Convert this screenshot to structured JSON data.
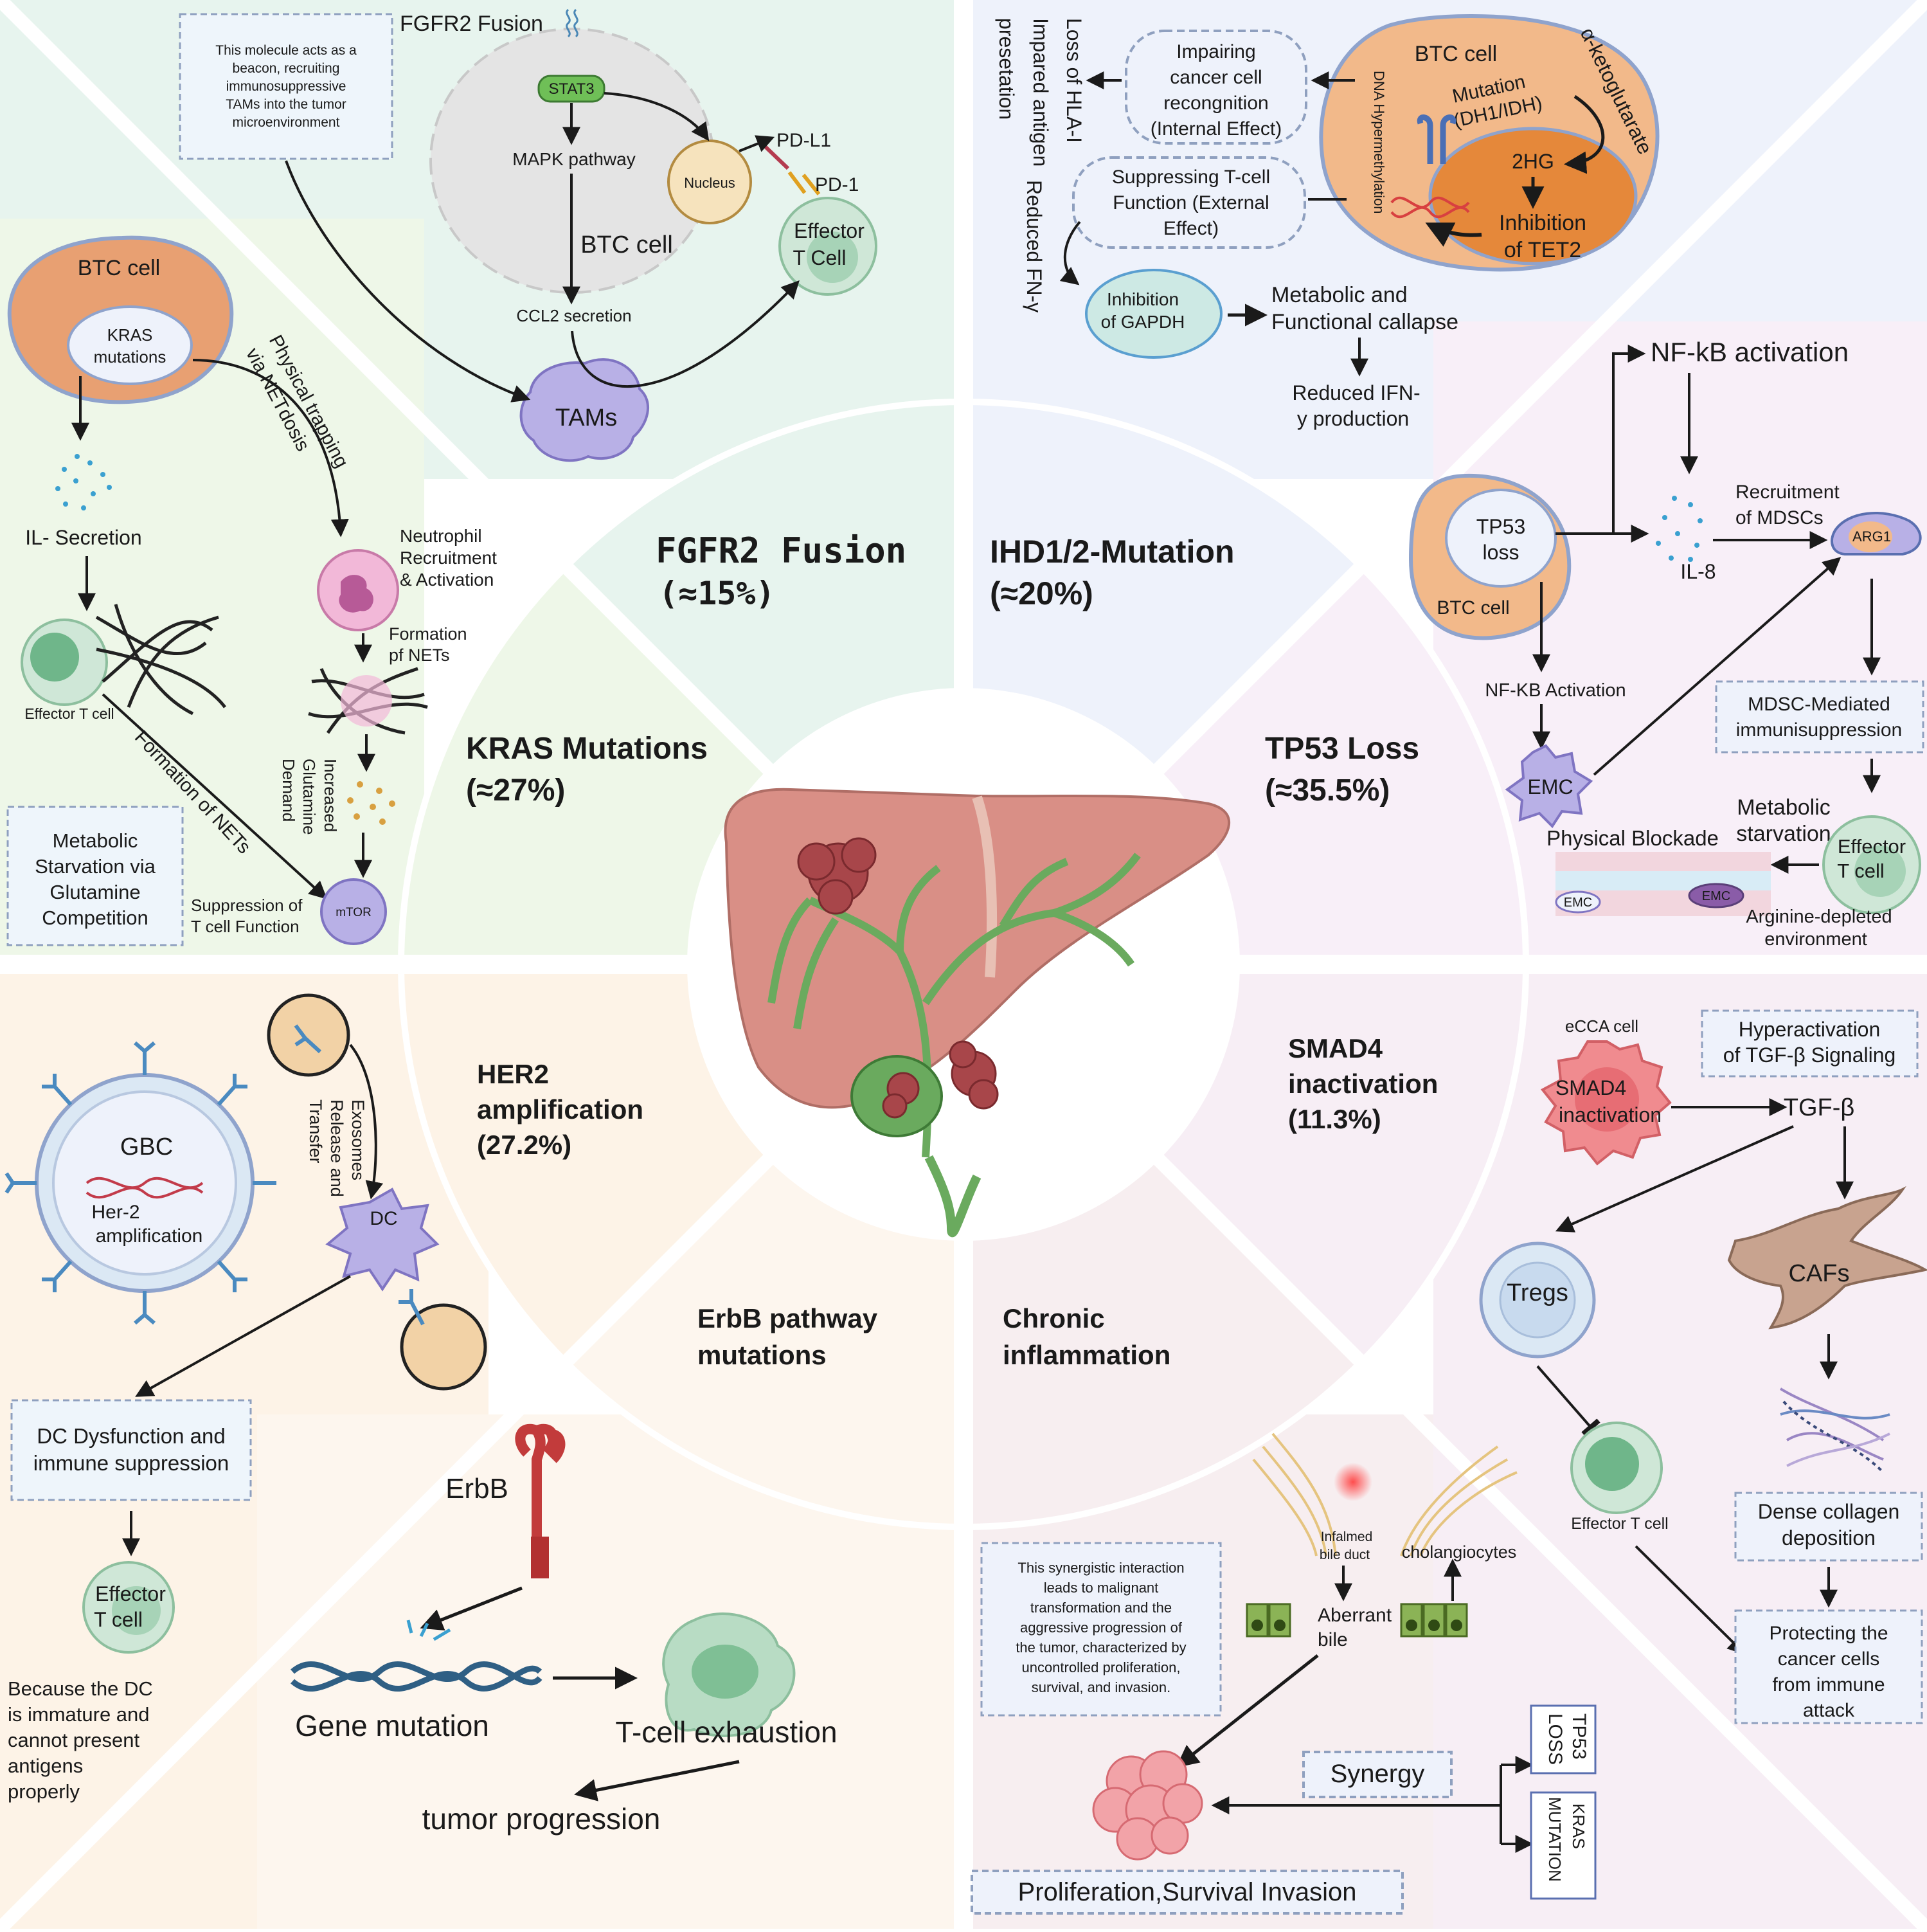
{
  "colors": {
    "q_fgfr2": "#e7f4ee",
    "q_ihd": "#eef2fb",
    "q_kras": "#eef7e8",
    "q_tp53": "#f8eff8",
    "q_her2": "#fdf3e7",
    "q_erbb": "#fdf6ee",
    "q_chronic": "#f7eef0",
    "q_smad4": "#f7eef5",
    "btc_cell": "#e8a072",
    "membrane": "#8fa3cc",
    "tam": "#b8b0e6",
    "effector": "#cfe7d7",
    "liver": "#d98f86",
    "biliary": "#6aaa5e",
    "tumor": "#a8464a",
    "box_border": "#8fa0bf"
  },
  "center": {
    "sectors": [
      {
        "title": "FGFR2 Fusion",
        "pct": "(≈15%)"
      },
      {
        "title": "IHD1/2-Mutation",
        "pct": "(≈20%)"
      },
      {
        "title": "KRAS Mutations",
        "pct": "(≈27%)"
      },
      {
        "title": "TP53 Loss",
        "pct": "(≈35.5%)"
      },
      {
        "title": "HER2",
        "title2": "amplification",
        "pct": "(27.2%)"
      },
      {
        "title": "SMAD4",
        "title2": "inactivation",
        "pct": "(11.3%)"
      },
      {
        "title": "ErbB pathway",
        "title2": "mutations"
      },
      {
        "title": "Chronic",
        "title2": "inflammation"
      }
    ]
  },
  "fgfr2": {
    "note": [
      "This molecule acts as a",
      "beacon, recruiting",
      "immunosuppressive",
      "TAMs into the tumor",
      "microenvironment"
    ],
    "receptor_label": "FGFR2 Fusion",
    "stat3": "STAT3",
    "mapk": "MAPK pathway",
    "nucleus": "Nucleus",
    "pdl1": "PD-L1",
    "pd1": "PD-1",
    "effector": [
      "Effector",
      "T Cell"
    ],
    "btc": "BTC cell",
    "ccl2": "CCL2 secretion",
    "tams": "TAMs"
  },
  "ihd": {
    "loss_hla": "Loss of HLA-I",
    "impaired": "Impared antigen",
    "presentation": "presetation",
    "reduced_fn": "Reduced FN-γ",
    "impairing": [
      "Impairing",
      "cancer cell",
      "recongnition",
      "(Internal Effect)"
    ],
    "suppressing": [
      "Suppressing T-cell",
      "Function (External",
      "Effect)"
    ],
    "btc": "BTC cell",
    "alpha_kg": "α-ketoglutarate",
    "mutation": [
      "Mutation",
      "(DH1/IDH)"
    ],
    "dna_hyper": "DNA Hypermethylation",
    "twohg": "2HG",
    "tet2": [
      "Inhibition",
      "of TET2"
    ],
    "gapdh": [
      "Inhibition",
      "of GAPDH"
    ],
    "metabolic": [
      "Metabolic and",
      "Functional callapse"
    ],
    "reduced_ifn": [
      "Reduced IFN-",
      "y production"
    ]
  },
  "kras": {
    "btc": "BTC cell",
    "kras_mut": [
      "KRAS",
      "mutations"
    ],
    "physical": [
      "Physical trapping",
      "via NETdosis"
    ],
    "il": "IL- Secretion",
    "neutrophil": [
      "Neutrophil",
      "Recruitment",
      "& Activation"
    ],
    "formation_pf": [
      "Formation",
      "pf NETs"
    ],
    "effector": "Effector T cell",
    "formation_nets": "Formation of NETs",
    "glutamine": [
      "Increased",
      "Glutamine",
      "Demand"
    ],
    "metabolic_box": [
      "Metabolic",
      "Starvation via",
      "Glutamine",
      "Competition"
    ],
    "suppression": [
      "Suppression of",
      "T cell Function"
    ],
    "mtor": "mTOR"
  },
  "tp53": {
    "nfkb": "NF-kB activation",
    "tp53_loss": [
      "TP53",
      "loss"
    ],
    "btc": "BTC cell",
    "il8": "IL-8",
    "recruitment": [
      "Recruitment",
      "of MDSCs"
    ],
    "arg1": "ARG1",
    "nfkb2": "NF-KB Activation",
    "mdsc_box": [
      "MDSC-Mediated",
      "immunisuppression"
    ],
    "emc": "EMC",
    "metabolic": [
      "Metabolic",
      "starvation"
    ],
    "physical": "Physical Blockade",
    "effector": [
      "Effector",
      "T cell"
    ],
    "arginine": [
      "Arginine-depleted",
      "environment"
    ]
  },
  "her2": {
    "gbc": "GBC",
    "her2amp": [
      "Her-2",
      "amplification"
    ],
    "exosomes": [
      "Exosomes",
      "Release and",
      "Transfer"
    ],
    "dc": "DC",
    "dc_box": [
      "DC Dysfunction and",
      "immune suppression"
    ],
    "effector": [
      "Effector",
      "T cell"
    ],
    "because": [
      "Because the DC",
      "is immature and",
      "cannot present",
      "antigens",
      "properly"
    ]
  },
  "erbb": {
    "erbb": "ErbB",
    "gene": "Gene mutation",
    "exhaust": "T-cell exhaustion",
    "progress": "tumor progression"
  },
  "chronic": {
    "note": [
      "This synergistic interaction",
      "leads to malignant",
      "transformation and the",
      "aggressive progression of",
      "the tumor, characterized by",
      "uncontrolled proliferation,",
      "survival, and invasion."
    ],
    "inflamed": [
      "Infalmed",
      "bile duct"
    ],
    "cholangiocytes": "cholangiocytes",
    "aberrant": [
      "Aberrant",
      "bile"
    ],
    "synergy": "Synergy",
    "tp53": [
      "TP53",
      "LOSS"
    ],
    "kras": [
      "KRAS",
      "MUTATION"
    ],
    "prolif": "Proliferation,Survival Invasion"
  },
  "smad4": {
    "ecca": "eCCA cell",
    "hyper": [
      "Hyperactivation",
      "of TGF-β Signaling"
    ],
    "smad4": [
      "SMAD4",
      "inactivation"
    ],
    "tgf": "TGF-β",
    "tregs": "Tregs",
    "cafs": "CAFs",
    "effector": "Effector T cell",
    "collagen": [
      "Dense collagen",
      "deposition"
    ],
    "protect": [
      "Protecting the",
      "cancer cells",
      "from immune",
      "attack"
    ]
  }
}
